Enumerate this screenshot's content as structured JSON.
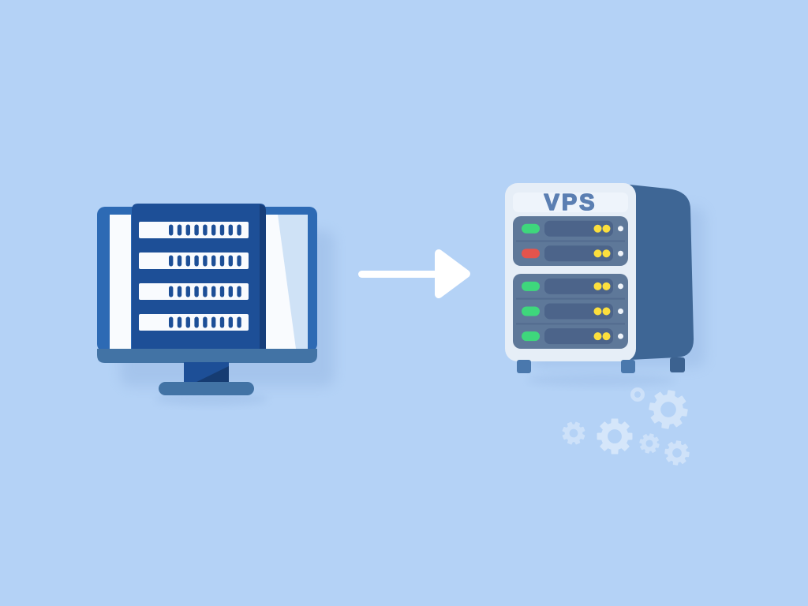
{
  "illustration": {
    "description": "Flat illustration of migrating a local server computer to a VPS server",
    "background_color": "#b4d2f6"
  },
  "palette": {
    "monitorFrame": "#2d6ab4",
    "monitorBezel": "#4273a5",
    "monitorPanel": "#1d4f97",
    "monitorPanelEdge": "#173e7a",
    "screenWhite": "#f9fbfe",
    "screenShade": "#cfe2f6",
    "standNeck": "#1d4f97",
    "standNeckDark": "#163c72",
    "standBase": "#4273a5",
    "arrowWhite": "#ffffff",
    "serverFront": "#e6eef7",
    "serverHeader": "#eef4fb",
    "serverSide": "#3e6695",
    "bayContainer": "#5e7899",
    "baySlot": "#4c648a",
    "baySeparator": "#51688d",
    "footFront": "#4a78ad",
    "footSide": "#3c6290",
    "gearWhite": "#ffffff",
    "shadow": "#7195ca"
  },
  "monitor": {
    "rack_rows": 4,
    "dashes_per_row": 9
  },
  "arrow": {
    "direction": "right"
  },
  "server": {
    "label": "VPS",
    "label_color": "#5b7fb2",
    "bay_groups": [
      {
        "bays": [
          {
            "led": "green"
          },
          {
            "led": "red"
          }
        ]
      },
      {
        "bays": [
          {
            "led": "green"
          },
          {
            "led": "green"
          },
          {
            "led": "green"
          }
        ]
      }
    ],
    "led_colors": {
      "green": "#3ed77c",
      "red": "#e4544c"
    },
    "indicator": {
      "yellow_dots_per_bay": 2,
      "dot_color": "#fcdf3d",
      "power_dot_color": "#eef3f9"
    }
  },
  "gears": {
    "count": 6
  }
}
